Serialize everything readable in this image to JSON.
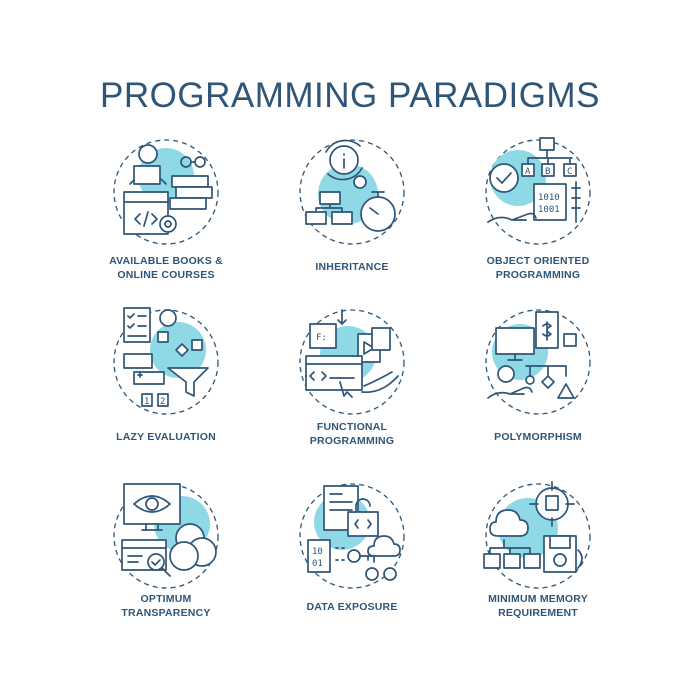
{
  "title": "PROGRAMMING PARADIGMS",
  "colors": {
    "primary": "#2f5677",
    "accent": "#8fd9e6",
    "background": "#ffffff"
  },
  "items": [
    {
      "label": "AVAILABLE BOOKS & ONLINE COURSES",
      "icon": "books-courses-icon"
    },
    {
      "label": "INHERITANCE",
      "icon": "inheritance-icon"
    },
    {
      "label": "OBJECT ORIENTED PROGRAMMING",
      "icon": "object-oriented-icon"
    },
    {
      "label": "LAZY EVALUATION",
      "icon": "lazy-evaluation-icon"
    },
    {
      "label": "FUNCTIONAL PROGRAMMING",
      "icon": "functional-programming-icon"
    },
    {
      "label": "POLYMORPHISM",
      "icon": "polymorphism-icon"
    },
    {
      "label": "OPTIMUM TRANSPARENCY",
      "icon": "transparency-icon"
    },
    {
      "label": "DATA EXPOSURE",
      "icon": "data-exposure-icon"
    },
    {
      "label": "MINIMUM MEMORY REQUIREMENT",
      "icon": "memory-icon"
    }
  ]
}
